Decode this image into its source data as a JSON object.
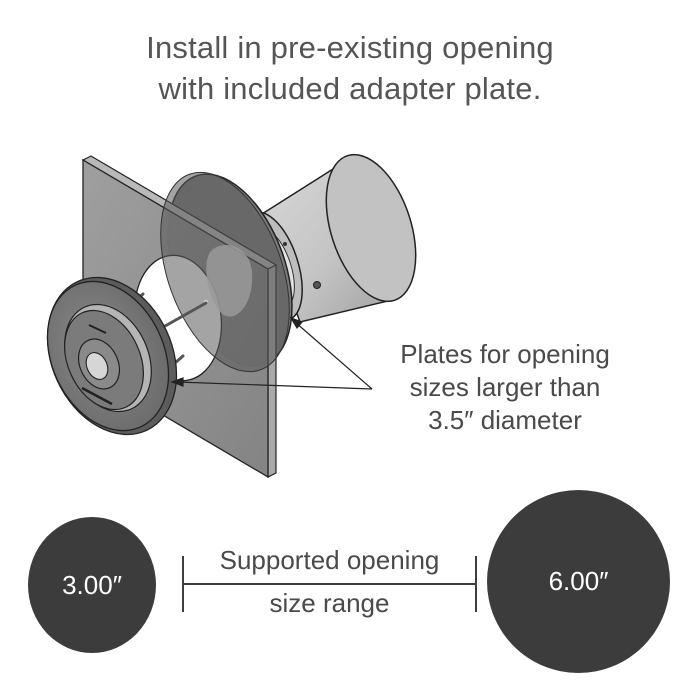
{
  "header": {
    "line1": "Install in pre-existing opening",
    "line2": "with included adapter plate."
  },
  "illustration": {
    "description": "Exploded view: trim flange with standoff rods, wall panel with round opening, translucent adapter plate, cylindrical housing",
    "colors": {
      "panel": "#8a8a8a",
      "panel_edge": "#b5b5b5",
      "adapter_plate": "#6e6e6e",
      "cylinder": "#c9c9c9",
      "outline": "#222222"
    }
  },
  "callout": {
    "line1": "Plates for opening",
    "line2": "sizes larger than",
    "line3": "3.5″ diameter"
  },
  "range": {
    "min_label": "3.00″",
    "max_label": "6.00″",
    "label_line1": "Supported opening",
    "label_line2": "size range",
    "circle_color": "#3d3c3d"
  }
}
